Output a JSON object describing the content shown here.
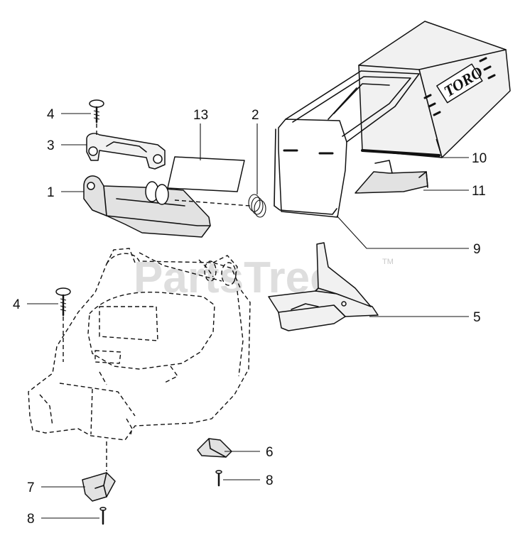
{
  "watermark": {
    "text": "PartsTree",
    "mark": "TM"
  },
  "bag_logo": "TORO",
  "callouts": [
    {
      "id": "4a",
      "label": "4",
      "part": "screw-top"
    },
    {
      "id": "3",
      "label": "3",
      "part": "handle-bracket-cover"
    },
    {
      "id": "1",
      "label": "1",
      "part": "handle-bracket"
    },
    {
      "id": "13",
      "label": "13",
      "part": "decal"
    },
    {
      "id": "2",
      "label": "2",
      "part": "spring"
    },
    {
      "id": "10",
      "label": "10",
      "part": "grass-bag"
    },
    {
      "id": "11",
      "label": "11",
      "part": "bag-clip"
    },
    {
      "id": "9",
      "label": "9",
      "part": "bag-frame"
    },
    {
      "id": "5",
      "label": "5",
      "part": "discharge-chute"
    },
    {
      "id": "4b",
      "label": "4",
      "part": "screw-housing"
    },
    {
      "id": "6",
      "label": "6",
      "part": "height-adjuster"
    },
    {
      "id": "8a",
      "label": "8",
      "part": "screw-adjuster"
    },
    {
      "id": "7",
      "label": "7",
      "part": "rear-adjuster"
    },
    {
      "id": "8b",
      "label": "8",
      "part": "screw-rear"
    }
  ]
}
